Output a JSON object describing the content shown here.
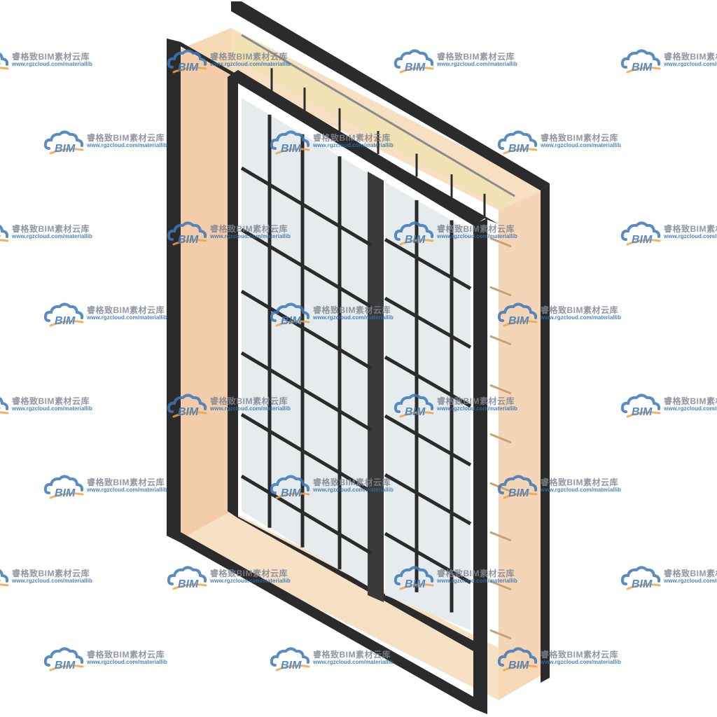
{
  "watermark": {
    "logo_text": "BIM",
    "title": "睿格致BIM素材云库",
    "url": "www.rgzcloud.com/materiallib",
    "colors": {
      "cloud": "#3c78b8",
      "swoosh": "#f0a44a",
      "title": "#7f8591",
      "url": "#2f6fb0"
    }
  },
  "model": {
    "subject": "sliding-window-3d-model",
    "colors": {
      "frame": "#2b2b2b",
      "frame_edge": "#1a1a1a",
      "glass": "#e6ecee",
      "reveal": "#f2c7a0",
      "reveal_light": "#f5dab6",
      "transom_glass": "#efe2b4",
      "mullion": "#3a3a3a"
    }
  }
}
